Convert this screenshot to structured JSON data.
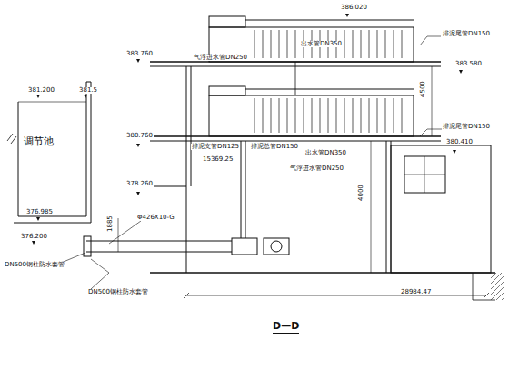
{
  "diagram": {
    "title": "D—D",
    "nodes": [
      {
        "text": [
          "调节池"
        ]
      }
    ],
    "edges": [],
    "labels": [
      "386.020",
      "排泥尾管DN150",
      "383.760",
      "出水管DN350",
      "气浮进水管DN250",
      "383.580",
      "排泥尾管DN150",
      "381.200",
      "381.5",
      "380.760",
      "排泥支管DN125",
      "排泥总管DN150",
      "出水管DN350",
      "气浮进水管DN250",
      "380.410",
      "15369.25",
      "4500",
      "4000",
      "378.260",
      "376.985",
      "376.200",
      "Φ426X10-G",
      "1885",
      "DN500钢柱防水套管",
      "DN500钢柱防水套管",
      "28984.47"
    ]
  }
}
